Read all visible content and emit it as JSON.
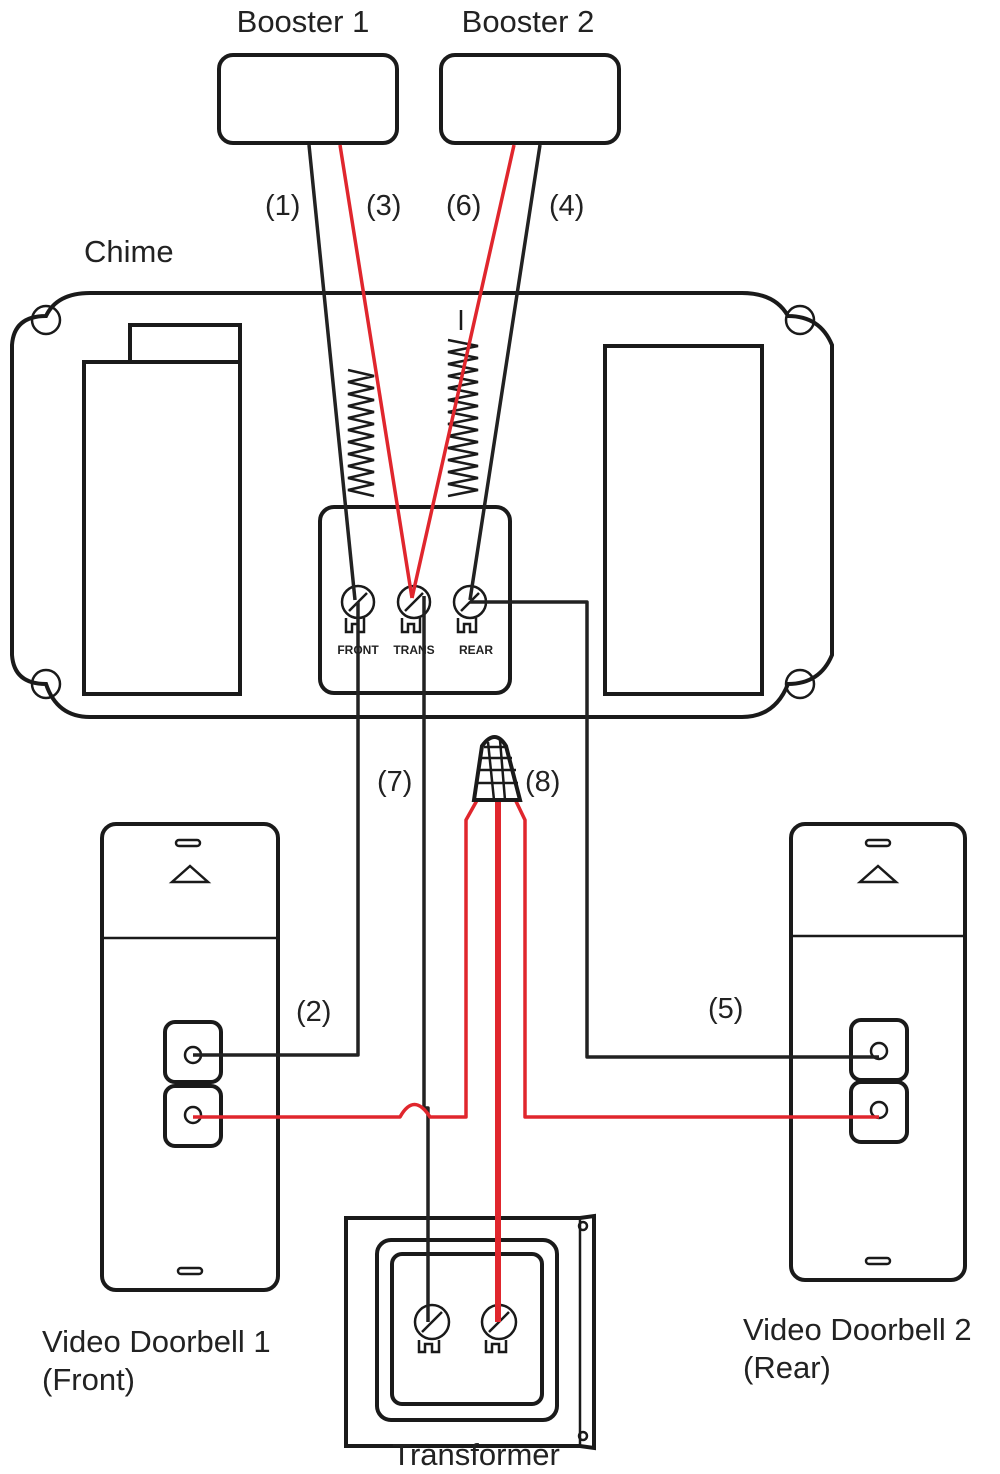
{
  "labels": {
    "booster1": "Booster 1",
    "booster2": "Booster 2",
    "chime": "Chime",
    "doorbell1_line1": "Video Doorbell 1",
    "doorbell1_line2": "(Front)",
    "doorbell2_line1": "Video Doorbell 2",
    "doorbell2_line2": "(Rear)",
    "transformer": "Transformer"
  },
  "terminals": {
    "front": "FRONT",
    "trans": "TRANS",
    "rear": "REAR"
  },
  "wire_numbers": [
    "(1)",
    "(2)",
    "(3)",
    "(4)",
    "(5)",
    "(6)",
    "(7)",
    "(8)"
  ],
  "colors": {
    "wire_black": "#222222",
    "wire_red": "#e0262d",
    "outline": "#1a1a1a"
  },
  "icons": [
    "screw-terminal-icon",
    "wire-nut-icon",
    "chime-spring-icon",
    "doorbell-button-icon"
  ]
}
